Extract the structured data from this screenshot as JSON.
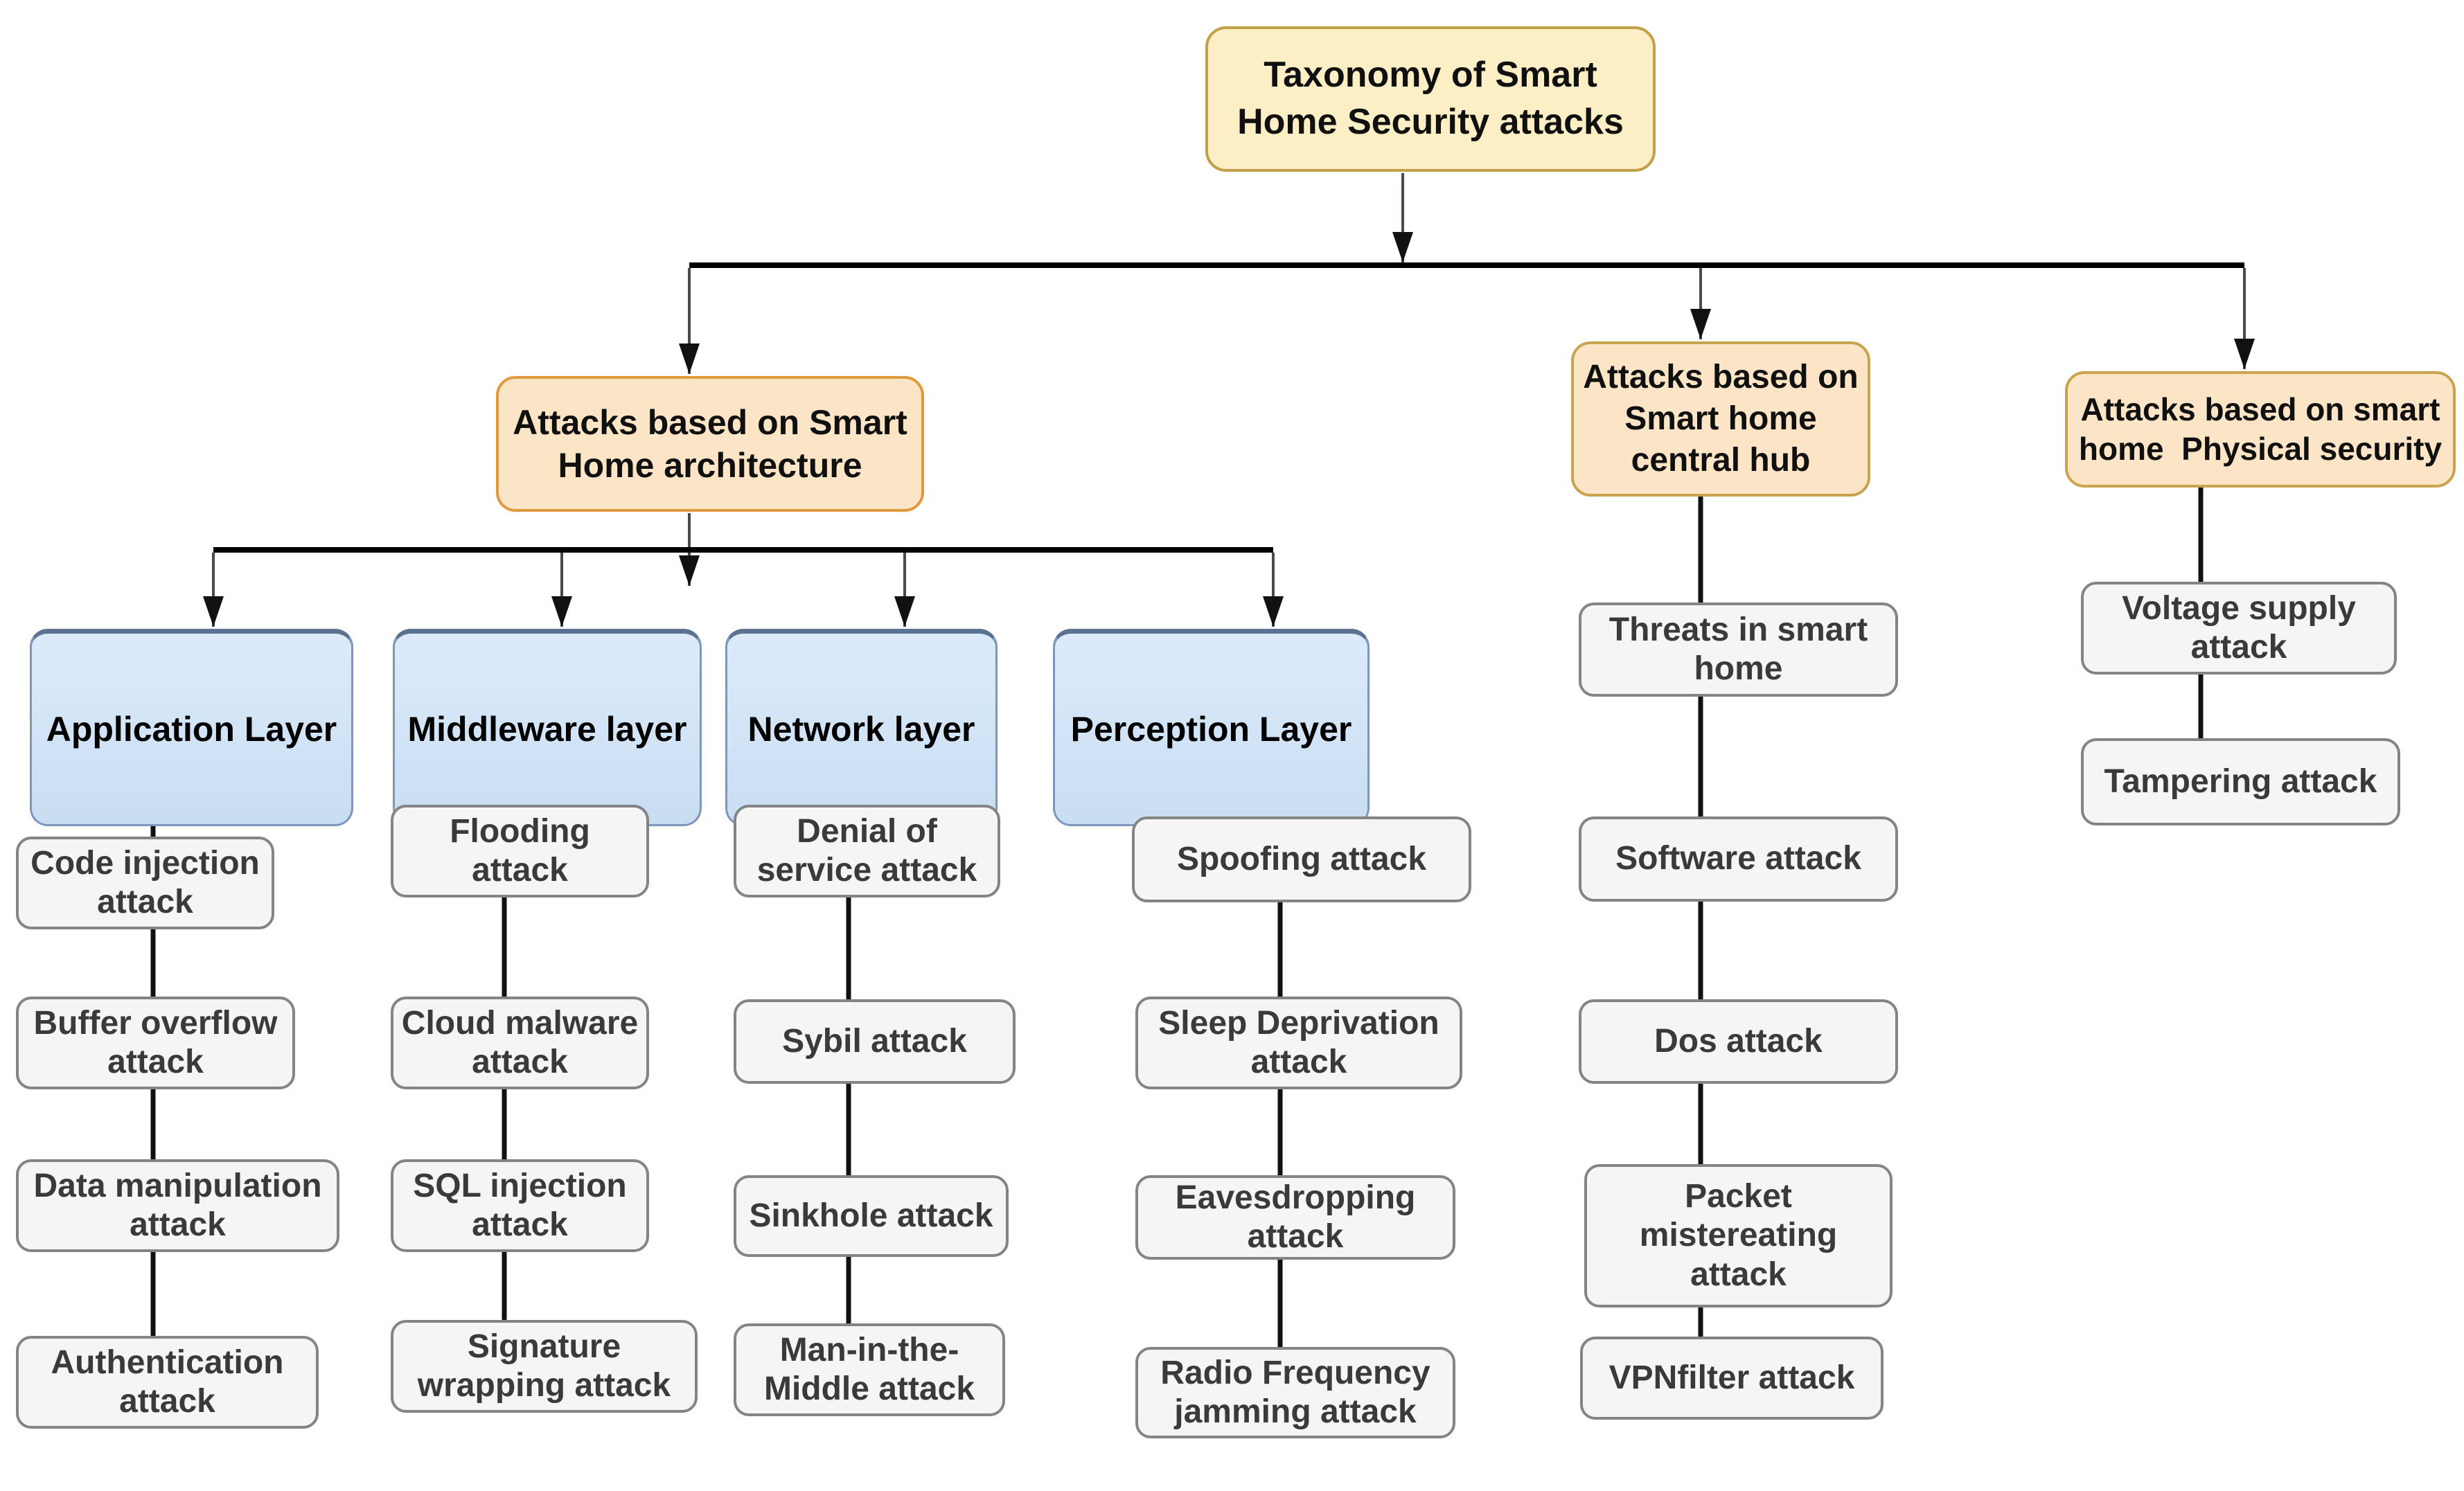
{
  "diagram": {
    "title": "Taxonomy of Smart\nHome Security attacks",
    "branches": [
      {
        "label": "Attacks based on Smart\nHome architecture",
        "children": [
          {
            "label": "Application Layer",
            "leaves": [
              "Code injection attack",
              "Buffer overflow attack",
              "Data manipulation attack",
              "Authentication attack"
            ]
          },
          {
            "label": "Middleware layer",
            "leaves": [
              "Flooding attack",
              "Cloud malware attack",
              "SQL injection attack",
              "Signature wrapping attack"
            ]
          },
          {
            "label": "Network layer",
            "leaves": [
              "Denial of service attack",
              "Sybil attack",
              "Sinkhole attack",
              "Man-in-the-Middle attack"
            ]
          },
          {
            "label": "Perception Layer",
            "leaves": [
              "Spoofing attack",
              "Sleep Deprivation attack",
              "Eavesdropping attack",
              "Radio Frequency jamming attack"
            ]
          }
        ]
      },
      {
        "label": "Attacks based on\nSmart home\ncentral hub",
        "leaves": [
          "Threats in smart home",
          "Software attack",
          "Dos attack",
          "Packet mistereating attack",
          "VPNfilter attack"
        ]
      },
      {
        "label": "Attacks based on smart\nhome  Physical security",
        "leaves": [
          "Voltage supply attack",
          "Tampering attack"
        ]
      }
    ],
    "colors": {
      "root_fill": "#fcefc5",
      "root_border": "#c2a04a",
      "branch_fill": "#fbe5c6",
      "branch_border": "#e09a3c",
      "branch_border_gold": "#c9a44e",
      "layer_fill": "#dcebfa",
      "layer_border": "#7e96bb",
      "leaf_fill": "#f5f5f5",
      "leaf_border": "#848484",
      "line_color": "#000000"
    }
  }
}
